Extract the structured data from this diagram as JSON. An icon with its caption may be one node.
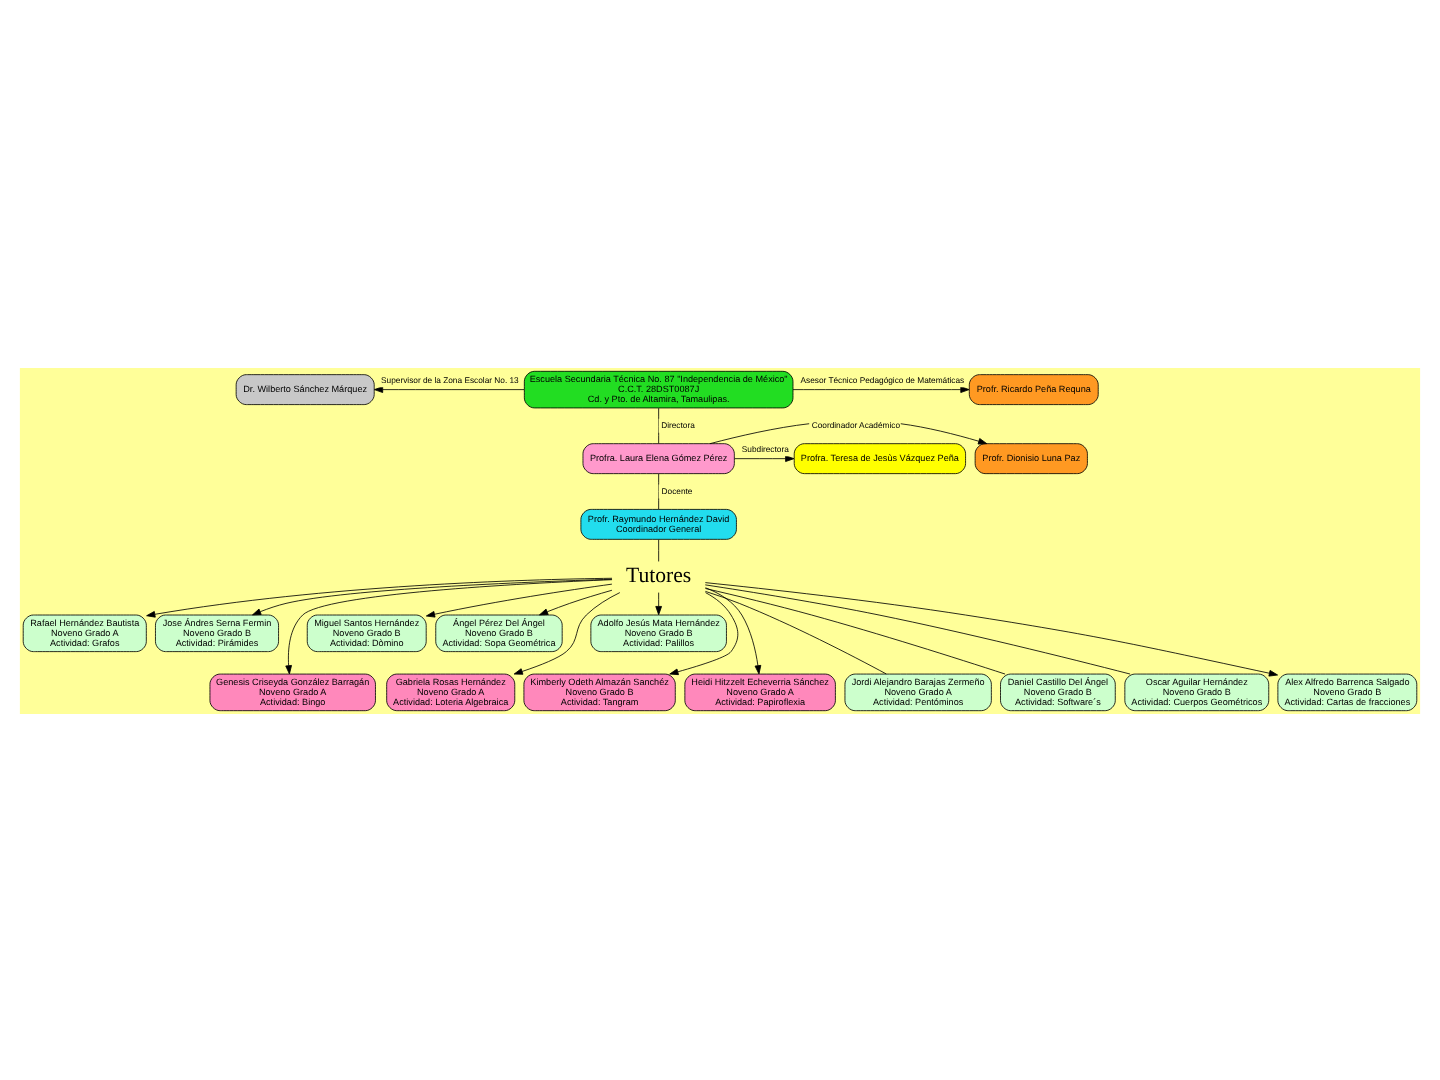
{
  "diagram": {
    "nodes": [
      {
        "text": [
          "Dr. Wilberto Sánchez Márquez"
        ]
      },
      {
        "text": [
          "Escuela Secundaria Técnica No. 87 \"Independencia de México\"",
          "C.C.T. 28DST0087J",
          "Cd. y Pto. de Altamira, Tamaulipas."
        ]
      },
      {
        "text": [
          "Profr. Ricardo Peña Requna"
        ]
      },
      {
        "text": [
          "Profra. Teresa de Jesùs Vázquez Peña"
        ]
      },
      {
        "text": [
          "Profra. Laura Elena Gómez Pérez"
        ]
      },
      {
        "text": [
          "Profr. Dionisio Luna Paz"
        ]
      },
      {
        "text": [
          "Rafael Hernández Bautista",
          "Noveno Grado A",
          "Actividad: Grafos"
        ]
      },
      {
        "text": [
          "Profr. Raymundo Hernández David",
          "Coordinador General"
        ]
      },
      {
        "text": [
          "Jose Ándres Serna Fermin",
          "Noveno Grado B",
          "Actividad: Pirámides"
        ]
      },
      {
        "text": [
          "Genesis Criseyda González Barragán",
          "Noveno Grado A",
          "Actividad: Bingo"
        ]
      },
      {
        "text": [
          "Miguel Santos Hernández",
          "Noveno Grado B",
          "Actividad: Dòmino"
        ]
      },
      {
        "text": [
          "Ángel Pérez Del Ángel",
          "Noveno Grado B",
          "Actividad: Sopa Geométrica"
        ]
      },
      {
        "text": [
          "Gabriela Rosas Hernández",
          "Noveno Grado A",
          "Actividad: Loteria Algebraica"
        ]
      },
      {
        "text": [
          "Tutores"
        ]
      },
      {
        "text": [
          "Adolfo Jesús Mata Hernández",
          "Noveno Grado B",
          "Actividad: Palillos"
        ]
      },
      {
        "text": [
          "Kimberly Odeth Almazán Sanchéz",
          "Noveno Grado B",
          "Actividad: Tangram"
        ]
      },
      {
        "text": [
          "Heidi Hitzzelt Echeverria Sánchez",
          "Noveno Grado A",
          "Actividad: Papiroflexia"
        ]
      },
      {
        "text": [
          "Jordi Alejandro Barajas Zermeño",
          "Noveno Grado A",
          "Actividad: Pentóminos"
        ]
      },
      {
        "text": [
          "Daniel Castillo Del Ángel",
          "Noveno Grado B",
          "Actividad: Software´s"
        ]
      },
      {
        "text": [
          "Oscar Aguilar Hernández",
          "Noveno Grado B",
          "Actividad: Cuerpos Geométricos"
        ]
      },
      {
        "text": [
          "Alex Alfredo Barrenca Salgado",
          "Noveno Grado B",
          "Actividad: Cartas de fracciones"
        ]
      }
    ],
    "edges": [
      {
        "from": 1,
        "to": 0,
        "arrow": "to",
        "label": "Supervisor de la Zona Escolar No. 13"
      },
      {
        "from": 1,
        "to": 2,
        "arrow": "to",
        "label": "Asesor Técnico Pedagógico de Matemáticas"
      },
      {
        "from": 1,
        "to": 4,
        "arrow": "none",
        "label": "Directora"
      },
      {
        "from": 4,
        "to": 3,
        "arrow": "to",
        "label": "Subdirectora"
      },
      {
        "from": 4,
        "to": 5,
        "arrow": "to",
        "label": "Coordinador Académico"
      },
      {
        "from": 4,
        "to": 7,
        "arrow": "none",
        "label": "Docente"
      },
      {
        "from": 7,
        "to": 13,
        "arrow": "none"
      },
      {
        "from": 13,
        "to": 6,
        "arrow": "to"
      },
      {
        "from": 13,
        "to": 8,
        "arrow": "to"
      },
      {
        "from": 13,
        "to": 9,
        "arrow": "to"
      },
      {
        "from": 13,
        "to": 10,
        "arrow": "to"
      },
      {
        "from": 13,
        "to": 11,
        "arrow": "to"
      },
      {
        "from": 13,
        "to": 12,
        "arrow": "to"
      },
      {
        "from": 13,
        "to": 14,
        "arrow": "to"
      },
      {
        "from": 13,
        "to": 15,
        "arrow": "to"
      },
      {
        "from": 13,
        "to": 16,
        "arrow": "to"
      },
      {
        "from": 13,
        "to": 17,
        "arrow": "none"
      },
      {
        "from": 13,
        "to": 18,
        "arrow": "none"
      },
      {
        "from": 13,
        "to": 19,
        "arrow": "none"
      },
      {
        "from": 13,
        "to": 20,
        "arrow": "to"
      }
    ]
  }
}
